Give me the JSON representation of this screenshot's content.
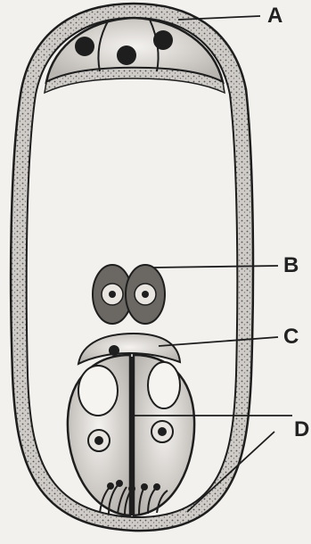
{
  "labels": {
    "a": "A",
    "b": "B",
    "c": "C",
    "d": "D"
  },
  "colors": {
    "ink": "#1e1e1e",
    "background": "#f3f1ee",
    "wall_fill": "#c9c6c2"
  }
}
